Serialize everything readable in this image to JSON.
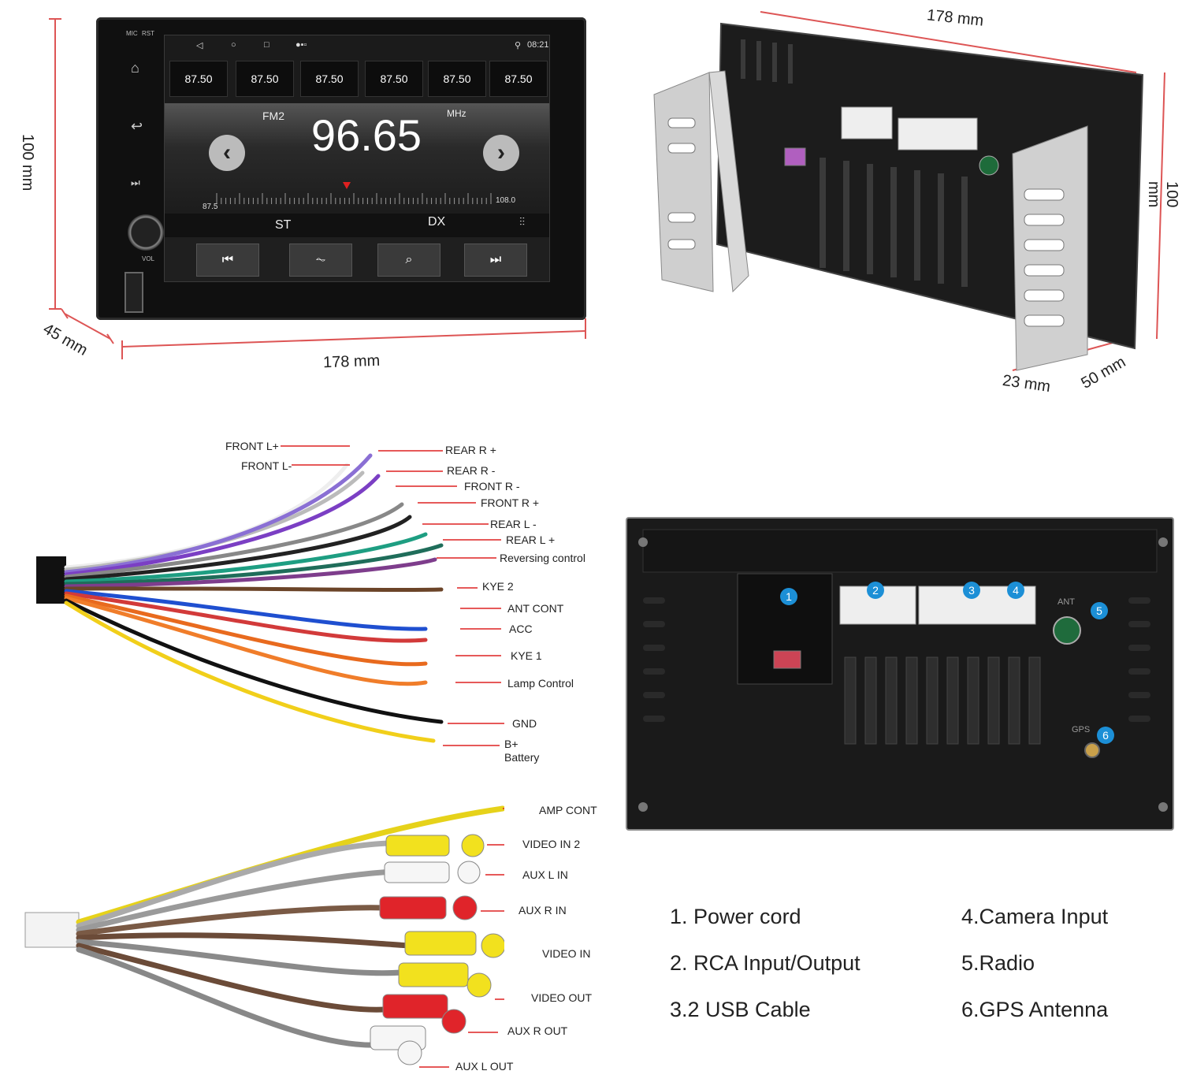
{
  "front_unit": {
    "bezel": {
      "mic": "MIC",
      "rst": "RST",
      "vol": "VOL"
    },
    "status_time": "08:21",
    "presets": [
      "87.50",
      "87.50",
      "87.50",
      "87.50",
      "87.50",
      "87.50"
    ],
    "band": "FM2",
    "unit": "MHz",
    "frequency": "96.65",
    "scale_min": "87.5",
    "scale_max": "108.0",
    "mode_st": "ST",
    "mode_dx": "DX"
  },
  "dimensions": {
    "front_height": "100 mm",
    "front_width": "178 mm",
    "front_depth": "45 mm",
    "rear_width": "178 mm",
    "rear_height": "100 mm",
    "rear_bracket": "23 mm",
    "rear_depth": "50 mm"
  },
  "power_harness": {
    "left_labels": [
      "FRONT L+",
      "FRONT L-"
    ],
    "right_labels": [
      "REAR R +",
      "REAR R -",
      "FRONT R -",
      "FRONT R +",
      "REAR L -",
      "REAR L +",
      "Reversing control",
      "KYE 2",
      "ANT CONT",
      "ACC",
      "KYE 1",
      "Lamp Control",
      "GND"
    ],
    "battery_top": "B+",
    "battery_bottom": "Battery"
  },
  "rca_harness": {
    "labels": [
      "AMP CONT",
      "VIDEO IN 2",
      "AUX L IN",
      "AUX R IN",
      "VIDEO IN",
      "VIDEO OUT",
      "AUX R OUT",
      "AUX L OUT"
    ]
  },
  "rear_panel": {
    "badges": [
      "1",
      "2",
      "3",
      "4",
      "5",
      "6"
    ],
    "ant_label": "ANT",
    "gps_label": "GPS"
  },
  "legend": {
    "col1": [
      "1. Power cord",
      "2. RCA Input/Output",
      "3.2 USB Cable"
    ],
    "col2": [
      "4.Camera Input",
      "5.Radio",
      "6.GPS Antenna"
    ]
  }
}
